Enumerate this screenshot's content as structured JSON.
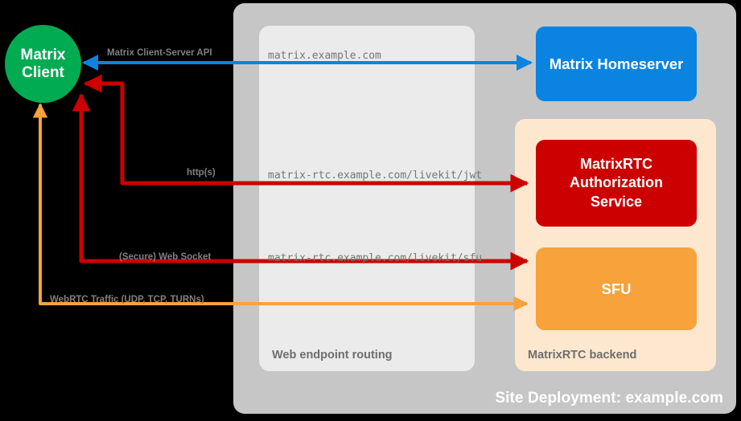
{
  "diagram": {
    "site_panel": {
      "label": "Site Deployment: example.com"
    },
    "web_panel": {
      "label": "Web endpoint routing"
    },
    "rtc_panel": {
      "label": "MatrixRTC backend"
    },
    "nodes": {
      "client": {
        "line1": "Matrix",
        "line2": "Client",
        "color": "#00ab52"
      },
      "homeserver": {
        "label": "Matrix Homeserver",
        "color": "#0a84e0"
      },
      "auth_service": {
        "line1": "MatrixRTC",
        "line2": "Authorization",
        "line3": "Service",
        "color": "#cc0000"
      },
      "sfu": {
        "label": "SFU",
        "color": "#f7a23b"
      }
    },
    "edges": [
      {
        "protocol_label": "Matrix Client-Server API",
        "url_label": "matrix.example.com",
        "color": "#0a84e0"
      },
      {
        "protocol_label": "http(s)",
        "url_label": "matrix-rtc.example.com/livekit/jwt",
        "color": "#cc0000"
      },
      {
        "protocol_label": "(Secure) Web Socket",
        "url_label": "matrix-rtc.example.com/livekit/sfu",
        "color": "#cc0000"
      },
      {
        "protocol_label": "WebRTC Traffic (UDP, TCP, TURNs)",
        "url_label": "",
        "color": "#f7a23b"
      }
    ]
  }
}
